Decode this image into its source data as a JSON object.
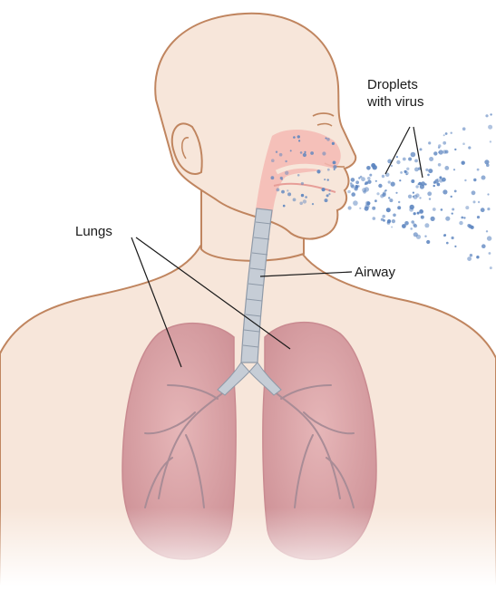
{
  "labels": {
    "droplets_line1": "Droplets",
    "droplets_line2": "with virus",
    "lungs": "Lungs",
    "airway": "Airway"
  },
  "colors": {
    "skin_fill": "#f7e6da",
    "skin_outline": "#c0855f",
    "lung_fill": "#dba5a8",
    "lung_dark": "#c98a90",
    "airway_fill": "#c6cdd6",
    "nasal_pink": "#f4b9b3",
    "droplet_blue": "#5b84bf",
    "leader_line": "#1a1a1a"
  }
}
